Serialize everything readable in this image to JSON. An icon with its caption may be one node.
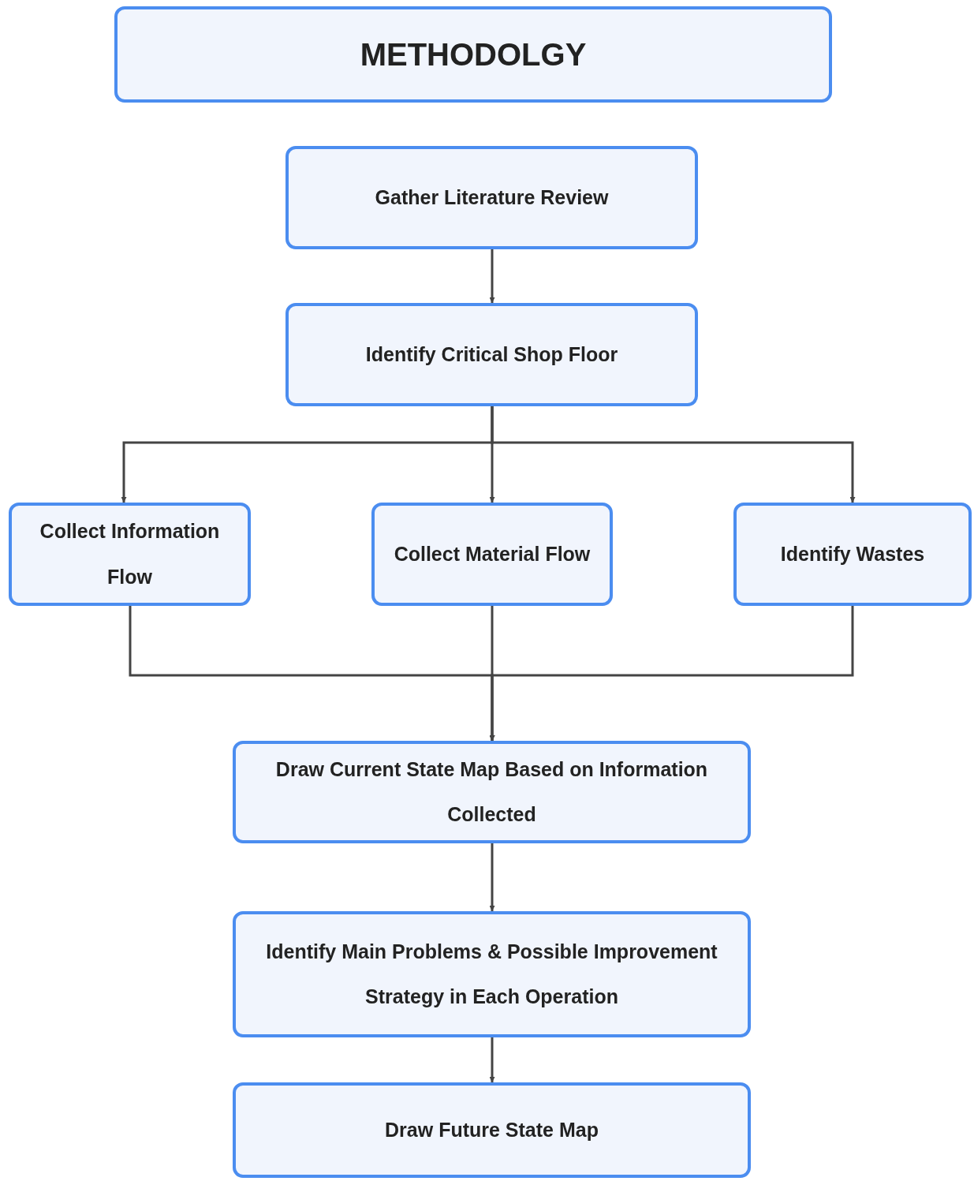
{
  "diagram": {
    "nodes": [
      {
        "text": [
          "METHODOLGY"
        ]
      },
      {
        "text": [
          "Gather Literature Review"
        ]
      },
      {
        "text": [
          "Identify Critical Shop Floor"
        ]
      },
      {
        "text": [
          "Collect Information Flow"
        ]
      },
      {
        "text": [
          "Collect Material Flow"
        ]
      },
      {
        "text": [
          "Identify Wastes"
        ]
      },
      {
        "text": [
          "Draw Current State Map Based on Information Collected"
        ]
      },
      {
        "text": [
          "Identify Main Problems & Possible Improvement Strategy in Each Operation"
        ]
      },
      {
        "text": [
          "Draw Future State Map"
        ]
      }
    ],
    "edges": [
      {
        "from": 1,
        "to": 2,
        "arrow": "to"
      },
      {
        "from": 2,
        "to": 3,
        "arrow": "to"
      },
      {
        "from": 2,
        "to": 4,
        "arrow": "to"
      },
      {
        "from": 2,
        "to": 5,
        "arrow": "to"
      },
      {
        "from": 3,
        "to": 6,
        "arrow": "to"
      },
      {
        "from": 4,
        "to": 6,
        "arrow": "to"
      },
      {
        "from": 5,
        "to": 6,
        "arrow": "to"
      },
      {
        "from": 6,
        "to": 7,
        "arrow": "to"
      },
      {
        "from": 7,
        "to": 8,
        "arrow": "to"
      }
    ]
  }
}
